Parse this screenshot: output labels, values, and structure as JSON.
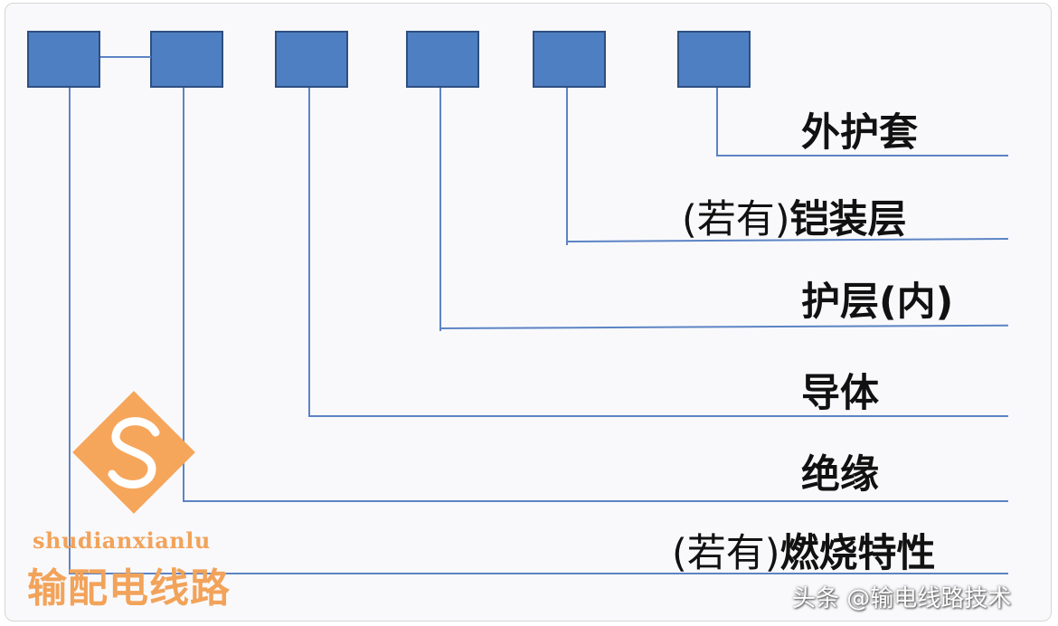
{
  "diagram": {
    "labels": [
      {
        "prefix": "",
        "text": "外护套"
      },
      {
        "prefix": "(若有)",
        "text": "铠装层"
      },
      {
        "prefix": "",
        "text": "护层(内)"
      },
      {
        "prefix": "",
        "text": "导体"
      },
      {
        "prefix": "",
        "text": "绝缘"
      },
      {
        "prefix": "(若有)",
        "text": "燃烧特性"
      }
    ],
    "box_color": "#4e7fc2",
    "line_color": "#5c84c4"
  },
  "logo": {
    "icon": "orange-s-diamond-logo",
    "latin": "shudianxianlu",
    "chinese": "输配电线路",
    "color": "#f2a35a"
  },
  "watermark": "头条 @输电线路技术"
}
